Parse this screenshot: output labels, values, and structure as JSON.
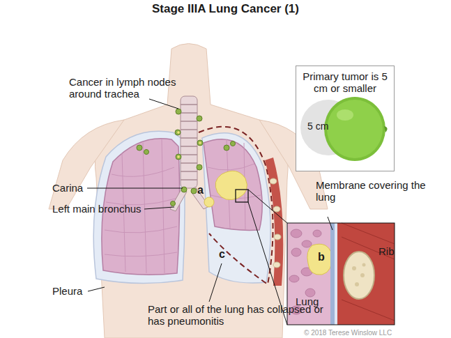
{
  "diagram": {
    "title": "Stage IIIA Lung Cancer (1)",
    "nodes": [
      {
        "text": [
          "Primary tumor is 5 cm or smaller",
          "5 cm"
        ]
      }
    ],
    "labels": [
      "Cancer in lymph nodes around trachea",
      "Carina",
      "Left main bronchus",
      "Pleura",
      "Part or all of the lung has collapsed or has pneumonitis",
      "a",
      "b",
      "c",
      "Membrane covering the lung",
      "Rib",
      "Lung",
      "© 2018 Terese Winslow LLC"
    ]
  }
}
